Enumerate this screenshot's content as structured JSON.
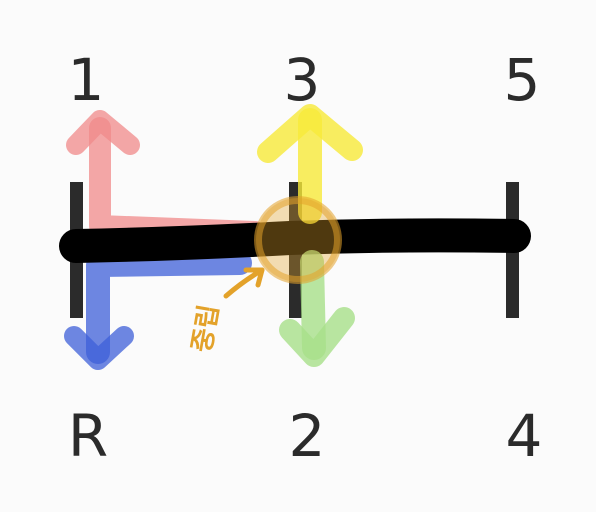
{
  "gears": [
    {
      "label": "1"
    },
    {
      "label": "3"
    },
    {
      "label": "5"
    },
    {
      "label": "R"
    },
    {
      "label": "2"
    },
    {
      "label": "4"
    }
  ],
  "annotation": {
    "neutral_note": "중립"
  },
  "colors": {
    "background": "#fbfbfb",
    "shift_bar": "#000000",
    "gate_posts": "#2b2b2b",
    "label_text": "#2b2b2b",
    "arrow_gear_1": "#f08a8a",
    "arrow_gear_r": "#3e5fd8",
    "arrow_gear_3": "#f7ea3a",
    "arrow_gear_2": "#a8e08a",
    "neutral_marker": "#e3a22a"
  }
}
